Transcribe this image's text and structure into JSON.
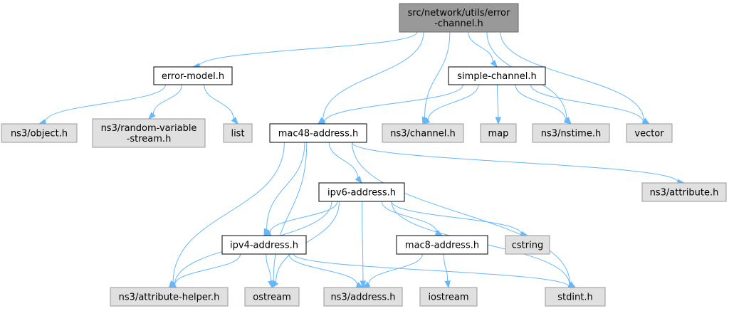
{
  "diagram": {
    "colors": {
      "edge": "#63b8ff",
      "root_fill": "#999999",
      "local_fill": "#ffffff",
      "external_fill": "#e0e0e0"
    },
    "nodes": [
      {
        "id": "root",
        "kind": "root",
        "lines": [
          "src/network/utils/error",
          "-channel.h"
        ]
      },
      {
        "id": "error_model",
        "kind": "local",
        "lines": [
          "error-model.h"
        ]
      },
      {
        "id": "simple_channel",
        "kind": "local",
        "lines": [
          "simple-channel.h"
        ]
      },
      {
        "id": "ns3_object",
        "kind": "external",
        "lines": [
          "ns3/object.h"
        ]
      },
      {
        "id": "ns3_random",
        "kind": "external",
        "lines": [
          "ns3/random-variable",
          "-stream.h"
        ]
      },
      {
        "id": "list",
        "kind": "external",
        "lines": [
          "list"
        ]
      },
      {
        "id": "mac48",
        "kind": "local",
        "lines": [
          "mac48-address.h"
        ]
      },
      {
        "id": "ns3_channel",
        "kind": "external",
        "lines": [
          "ns3/channel.h"
        ]
      },
      {
        "id": "map",
        "kind": "external",
        "lines": [
          "map"
        ]
      },
      {
        "id": "ns3_nstime",
        "kind": "external",
        "lines": [
          "ns3/nstime.h"
        ]
      },
      {
        "id": "vector",
        "kind": "external",
        "lines": [
          "vector"
        ]
      },
      {
        "id": "ipv6",
        "kind": "local",
        "lines": [
          "ipv6-address.h"
        ]
      },
      {
        "id": "ns3_attribute",
        "kind": "external",
        "lines": [
          "ns3/attribute.h"
        ]
      },
      {
        "id": "ipv4",
        "kind": "local",
        "lines": [
          "ipv4-address.h"
        ]
      },
      {
        "id": "mac8",
        "kind": "local",
        "lines": [
          "mac8-address.h"
        ]
      },
      {
        "id": "cstring",
        "kind": "external",
        "lines": [
          "cstring"
        ]
      },
      {
        "id": "ns3_attr_helper",
        "kind": "external",
        "lines": [
          "ns3/attribute-helper.h"
        ]
      },
      {
        "id": "ostream",
        "kind": "external",
        "lines": [
          "ostream"
        ]
      },
      {
        "id": "ns3_address",
        "kind": "external",
        "lines": [
          "ns3/address.h"
        ]
      },
      {
        "id": "iostream",
        "kind": "external",
        "lines": [
          "iostream"
        ]
      },
      {
        "id": "stdint",
        "kind": "external",
        "lines": [
          "stdint.h"
        ]
      }
    ],
    "edges": [
      [
        "root",
        "error_model"
      ],
      [
        "root",
        "simple_channel"
      ],
      [
        "root",
        "mac48"
      ],
      [
        "root",
        "ns3_channel"
      ],
      [
        "root",
        "ns3_nstime"
      ],
      [
        "root",
        "vector"
      ],
      [
        "error_model",
        "ns3_object"
      ],
      [
        "error_model",
        "ns3_random"
      ],
      [
        "error_model",
        "list"
      ],
      [
        "simple_channel",
        "mac48"
      ],
      [
        "simple_channel",
        "ns3_channel"
      ],
      [
        "simple_channel",
        "map"
      ],
      [
        "simple_channel",
        "ns3_nstime"
      ],
      [
        "simple_channel",
        "vector"
      ],
      [
        "mac48",
        "ipv6"
      ],
      [
        "mac48",
        "ns3_attribute"
      ],
      [
        "mac48",
        "ipv4"
      ],
      [
        "mac48",
        "ns3_attr_helper"
      ],
      [
        "mac48",
        "ostream"
      ],
      [
        "mac48",
        "stdint"
      ],
      [
        "ipv6",
        "ipv4"
      ],
      [
        "ipv6",
        "mac8"
      ],
      [
        "ipv6",
        "cstring"
      ],
      [
        "ipv6",
        "ns3_attr_helper"
      ],
      [
        "ipv6",
        "ostream"
      ],
      [
        "ipv6",
        "ns3_address"
      ],
      [
        "ipv6",
        "stdint"
      ],
      [
        "ipv4",
        "ns3_attr_helper"
      ],
      [
        "ipv4",
        "ostream"
      ],
      [
        "ipv4",
        "ns3_address"
      ],
      [
        "ipv4",
        "stdint"
      ],
      [
        "mac8",
        "ns3_address"
      ],
      [
        "mac8",
        "iostream"
      ]
    ]
  }
}
